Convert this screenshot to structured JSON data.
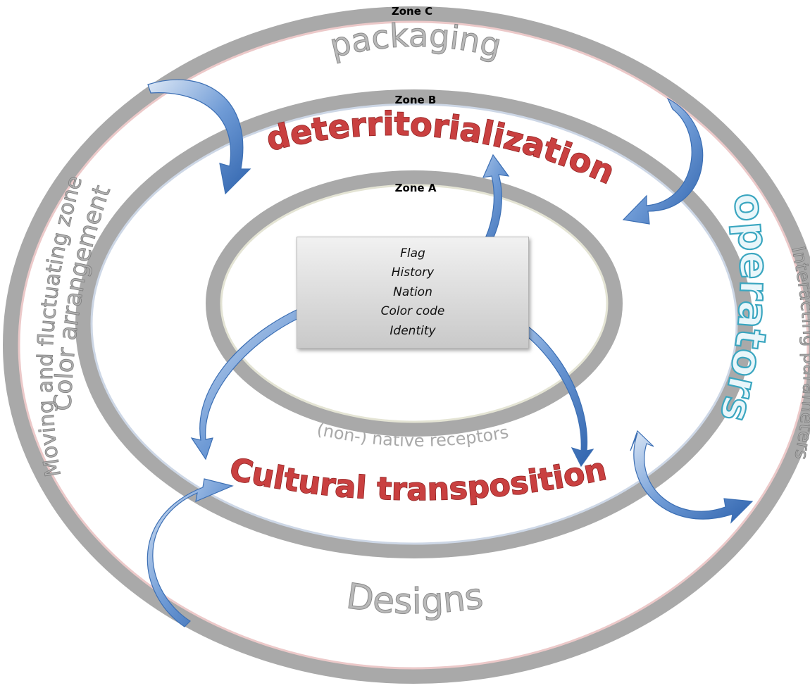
{
  "zones": {
    "zone_c": "Zone C",
    "zone_b": "Zone B",
    "zone_a": "Zone A"
  },
  "ring_labels": {
    "packaging": "packaging",
    "deterritorialization": "deterritorialization",
    "cultural_transposition": "Cultural transposition",
    "designs": "Designs",
    "receptors": "(non-) native receptors",
    "color_arrangement": "Color arrangement",
    "moving_zone": "Moving and fluctuating zone",
    "interacting_parameters": "Interacting parameters",
    "operators": "operators"
  },
  "center_box": {
    "items": [
      "Flag",
      "History",
      "Nation",
      "Color code",
      "Identity"
    ]
  },
  "colors": {
    "ring_gray": "#8f8f8f",
    "arrow_blue": "#4f7fc3",
    "red_text": "#c94040",
    "operators_outline": "#3aa6c0"
  }
}
